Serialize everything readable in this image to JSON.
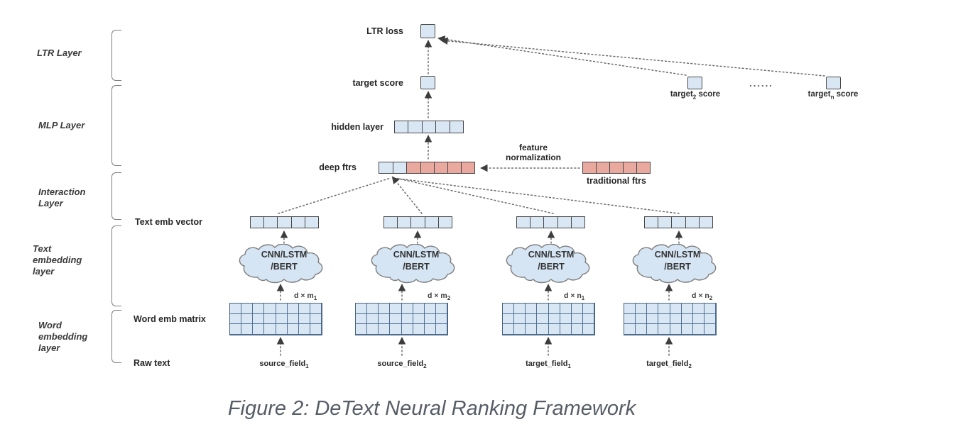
{
  "colors": {
    "cell_blue": "#d9e7f5",
    "cell_pink": "#e9a99e",
    "cloud_fill": "#d6e5f4",
    "line": "#6a6a6a",
    "text": "#262626",
    "caption": "#575d66"
  },
  "layers": [
    {
      "label": "LTR Layer"
    },
    {
      "label": "MLP Layer"
    },
    {
      "label": "Interaction\nLayer"
    },
    {
      "label": "Text\nembedding\nlayer"
    },
    {
      "label": "Word\nembedding\nlayer"
    }
  ],
  "nodes": {
    "ltr_loss": "LTR loss",
    "target_score": "target score",
    "hidden_layer": "hidden layer",
    "deep_ftrs": "deep ftrs",
    "feature_normalization": "feature\nnormalization",
    "traditional_ftrs": "traditional ftrs",
    "text_emb_vector": "Text emb vector",
    "word_emb_matrix": "Word emb matrix",
    "raw_text": "Raw text",
    "dots": "......"
  },
  "scores": [
    {
      "pre": "target",
      "sub": "2",
      "post": " score"
    },
    {
      "pre": "target",
      "sub": "n",
      "post": " score"
    }
  ],
  "columns": [
    {
      "cloud": "CNN/LSTM\n/BERT",
      "dim_pre": "d × m",
      "dim_sub": "1",
      "field_pre": "source_field",
      "field_sub": "1"
    },
    {
      "cloud": "CNN/LSTM\n/BERT",
      "dim_pre": "d × m",
      "dim_sub": "2",
      "field_pre": "source_field",
      "field_sub": "2"
    },
    {
      "cloud": "CNN/LSTM\n/BERT",
      "dim_pre": "d × n",
      "dim_sub": "1",
      "field_pre": "target_field",
      "field_sub": "1"
    },
    {
      "cloud": "CNN/LSTM\n/BERT",
      "dim_pre": "d × n",
      "dim_sub": "2",
      "field_pre": "target_field",
      "field_sub": "2"
    }
  ],
  "caption": "Figure 2: DeText Neural Ranking Framework"
}
